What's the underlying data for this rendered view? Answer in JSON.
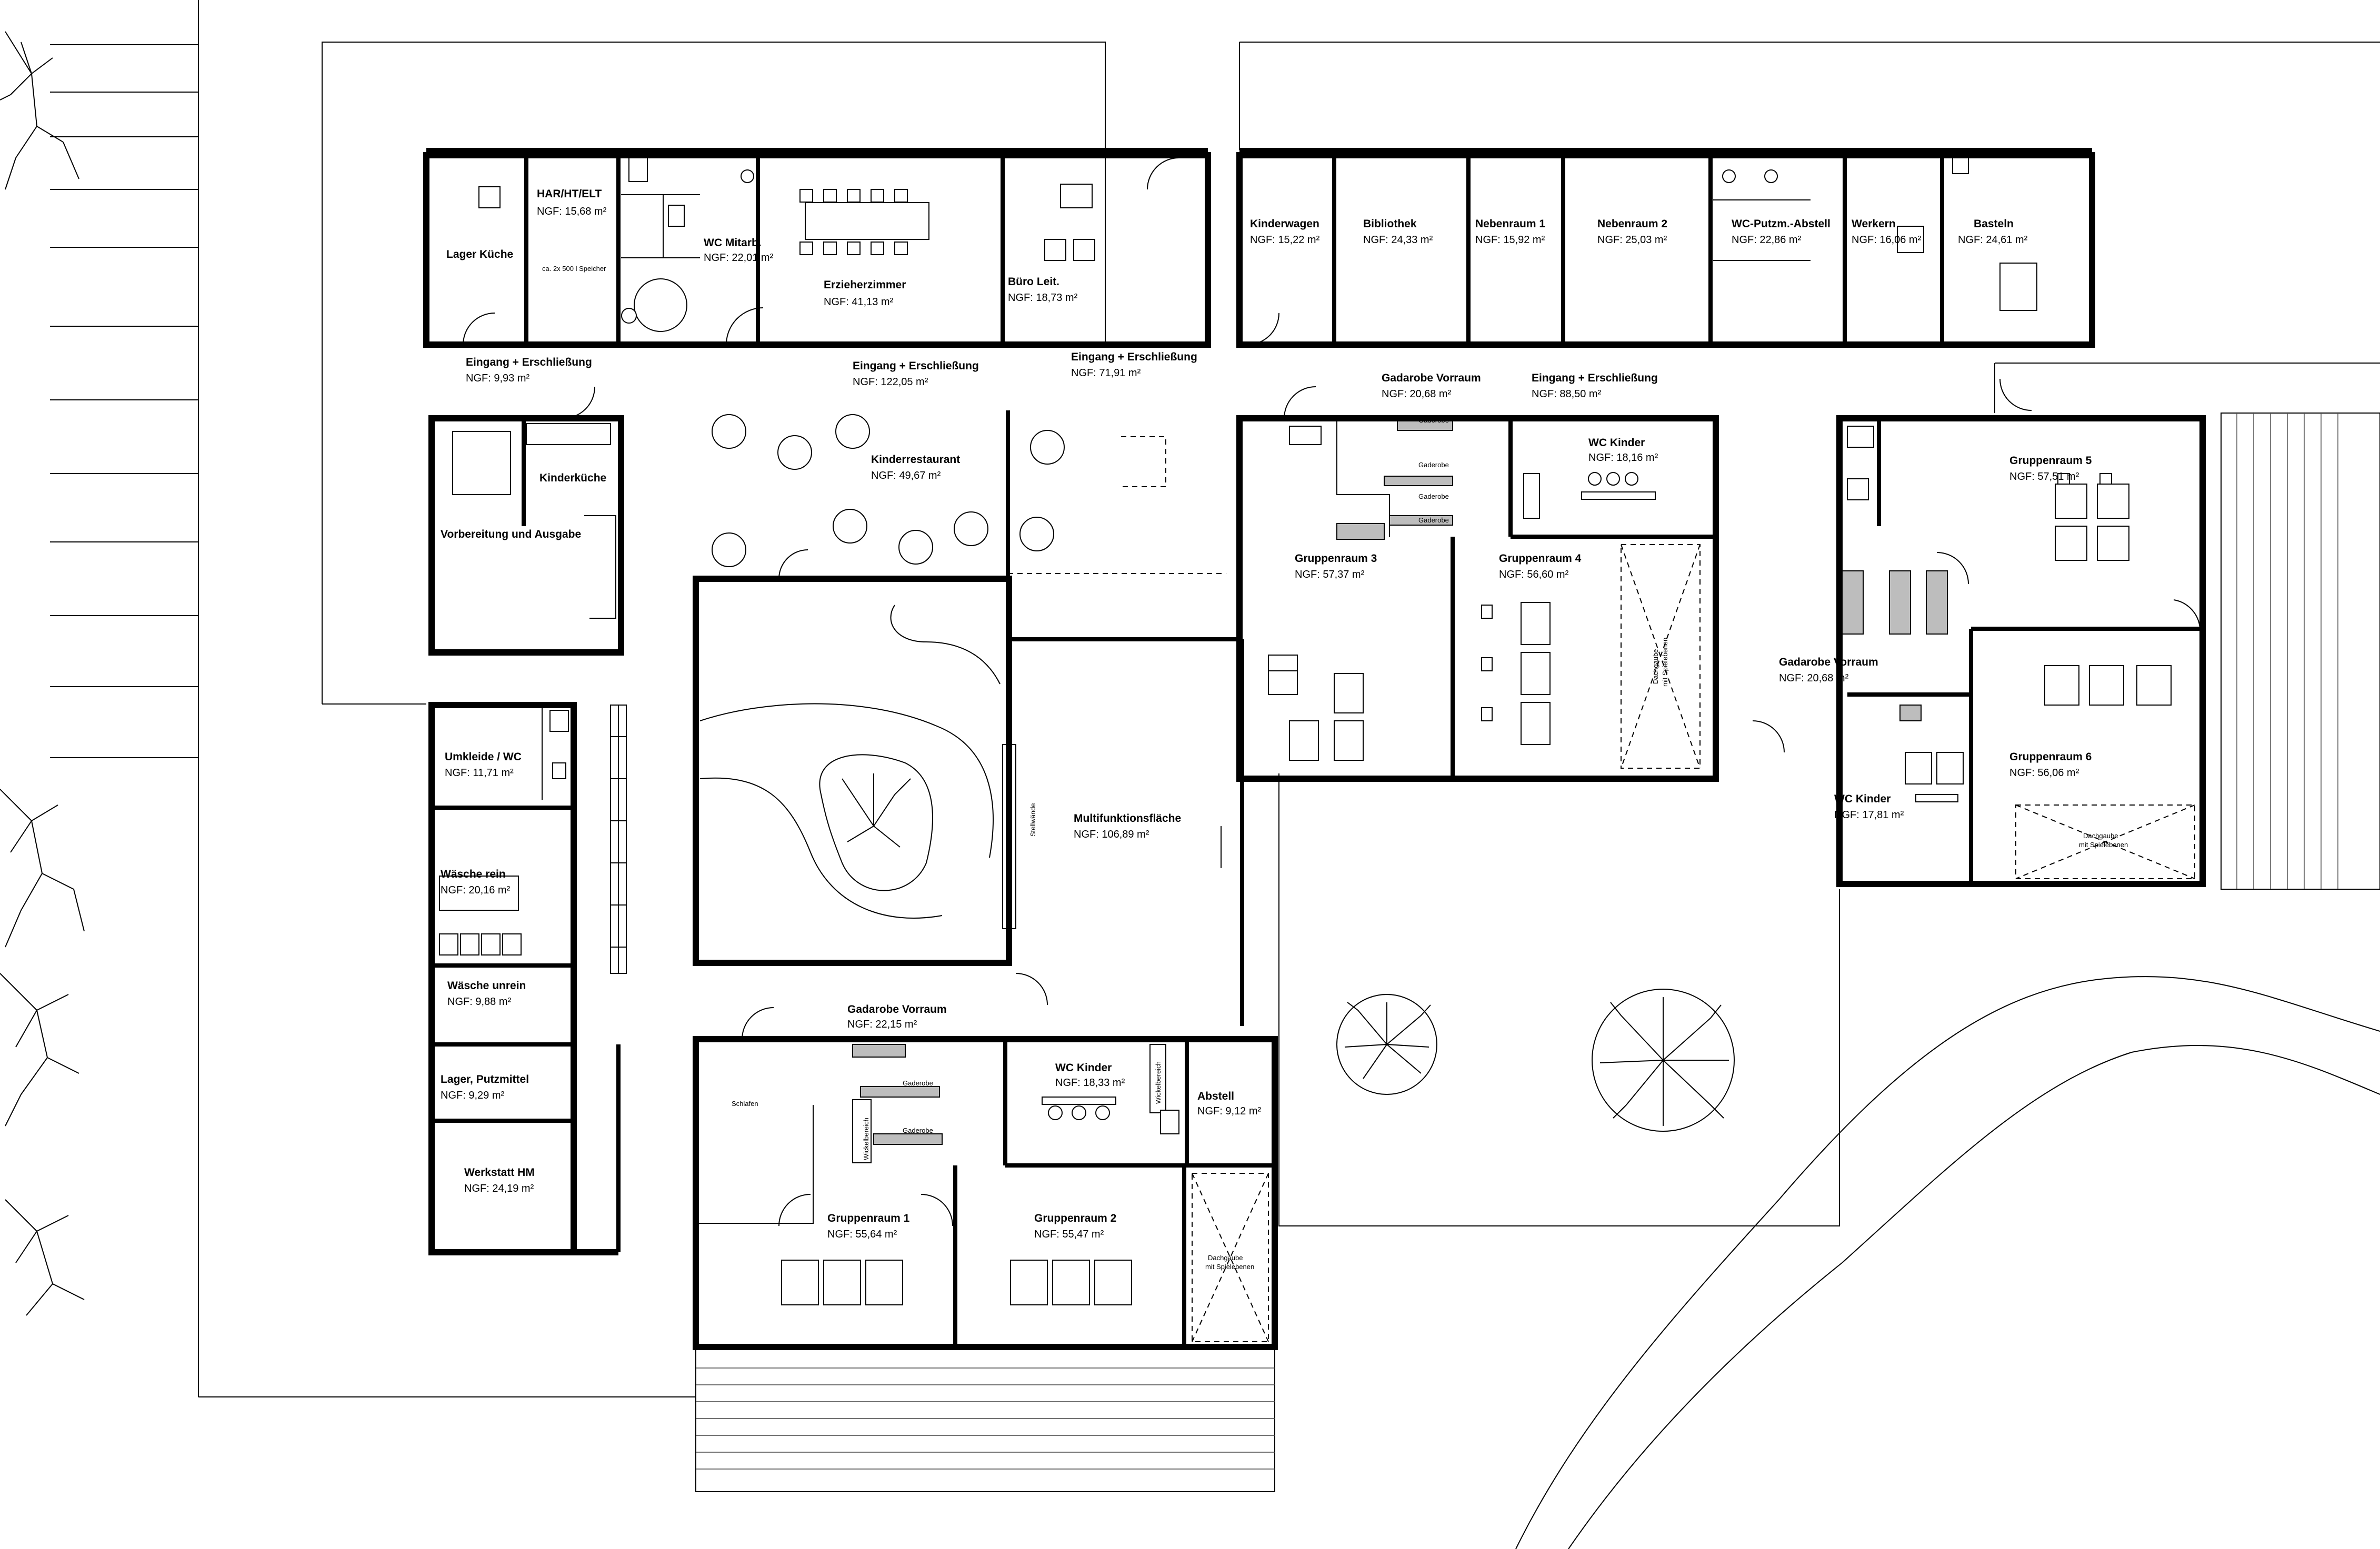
{
  "rooms": [
    {
      "id": "har",
      "name": "HAR/HT/ELT",
      "area": "NGF: 15,68 m²"
    },
    {
      "id": "lager_kueche",
      "name": "Lager Küche",
      "area": ""
    },
    {
      "id": "wc_mitarb",
      "name": "WC Mitarb.",
      "area": "NGF: 22,01 m²"
    },
    {
      "id": "erzieherzimmer",
      "name": "Erzieherzimmer",
      "area": "NGF:    41,13 m²"
    },
    {
      "id": "buero",
      "name": "Büro Leit.",
      "area": "NGF: 18,73 m²"
    },
    {
      "id": "kinderwagen",
      "name": "Kinderwagen",
      "area": "NGF: 15,22 m²"
    },
    {
      "id": "bibliothek",
      "name": "Bibliothek",
      "area": "NGF: 24,33 m²"
    },
    {
      "id": "nebenraum1",
      "name": "Nebenraum 1",
      "area": "NGF: 15,92 m²"
    },
    {
      "id": "nebenraum2",
      "name": "Nebenraum 2",
      "area": "NGF: 25,03 m²"
    },
    {
      "id": "wc_putz",
      "name": "WC-Putzm.-Abstell",
      "area": "NGF:       22,86 m²"
    },
    {
      "id": "werkern",
      "name": "Werkern",
      "area": "NGF: 16,06 m²"
    },
    {
      "id": "basteln",
      "name": "Basteln",
      "area": "NGF: 24,61 m²"
    },
    {
      "id": "eingang1",
      "name": "Eingang + Erschließung",
      "area": "NGF:                  9,93 m²"
    },
    {
      "id": "eingang2",
      "name": "Eingang + Erschließung",
      "area": "NGF:                 122,05 m²"
    },
    {
      "id": "eingang3",
      "name": "Eingang + Erschließung",
      "area": "NGF:                 71,91 m²"
    },
    {
      "id": "gadarobe_v1",
      "name": "Gadarobe Vorraum",
      "area": "NGF:       20,68 m²"
    },
    {
      "id": "eingang4",
      "name": "Eingang + Erschließung",
      "area": "NGF:                88,50 m²"
    },
    {
      "id": "kinderkueche",
      "name": "Kinderküche",
      "area": ""
    },
    {
      "id": "vorbereitung",
      "name": "Vorbereitung und Ausgabe",
      "area": ""
    },
    {
      "id": "kinderrestaurant",
      "name": "Kinderrestaurant",
      "area": "NGF:       49,67 m²"
    },
    {
      "id": "wc_kinder1",
      "name": "WC Kinder",
      "area": "NGF: 18,16 m²"
    },
    {
      "id": "gruppenraum3",
      "name": "Gruppenraum 3",
      "area": "NGF:    57,37 m²"
    },
    {
      "id": "gruppenraum4",
      "name": "Gruppenraum 4",
      "area": "NGF:    56,60 m²"
    },
    {
      "id": "gruppenraum5",
      "name": "Gruppenraum 5",
      "area": "NGF:    57,51 m²"
    },
    {
      "id": "gadarobe_v2",
      "name": "Gadarobe Vorraum",
      "area": "NGF:        20,68 m²"
    },
    {
      "id": "gruppenraum6",
      "name": "Gruppenraum 6",
      "area": "NGF:    56,06 m²"
    },
    {
      "id": "wc_kinder2",
      "name": "WC Kinder",
      "area": "NGF: 17,81 m²"
    },
    {
      "id": "umkleide",
      "name": "Umkleide / WC",
      "area": "NGF:   11,71 m²"
    },
    {
      "id": "waesche_rein",
      "name": "Wäsche rein",
      "area": "NGF: 20,16 m²"
    },
    {
      "id": "waesche_unrein",
      "name": "Wäsche unrein",
      "area": "NGF:      9,88 m²"
    },
    {
      "id": "lager_putz",
      "name": "Lager, Putzmittel",
      "area": "NGF:      9,29 m²"
    },
    {
      "id": "werkstatt",
      "name": "Werkstatt HM",
      "area": "NGF: 24,19 m²"
    },
    {
      "id": "multifunktion",
      "name": "Multifunktionsfläche",
      "area": "NGF:         106,89 m²"
    },
    {
      "id": "gadarobe_v3",
      "name": "Gadarobe Vorraum",
      "area": "NGF:       22,15 m²"
    },
    {
      "id": "wc_kinder3",
      "name": "WC Kinder",
      "area": "NGF: 18,33 m²"
    },
    {
      "id": "abstell",
      "name": "Abstell",
      "area": "NGF: 9,12 m²"
    },
    {
      "id": "gruppenraum1",
      "name": "Gruppenraum 1",
      "area": "NGF:    55,64 m²"
    },
    {
      "id": "gruppenraum2",
      "name": "Gruppenraum 2",
      "area": "NGF:    55,47 m²"
    }
  ],
  "labels": {
    "schlafen": "Schlafen",
    "garderobe": "Gaderobe",
    "wickelbereich": "Wickelbereich",
    "dachgaube": "Dachgaube",
    "mit_spielebenen": "mit Spielebenen",
    "stellwand": "Stellwände",
    "har_note": "ca. 2x 500 l Speicher"
  }
}
